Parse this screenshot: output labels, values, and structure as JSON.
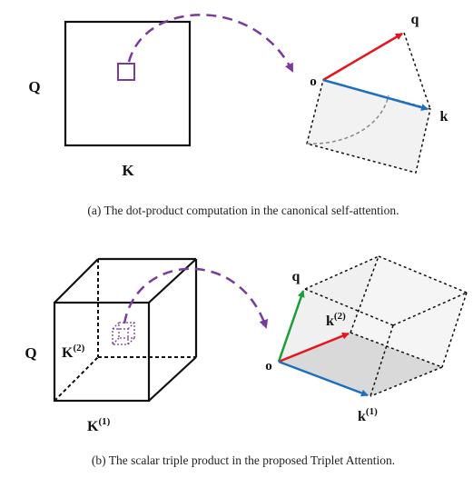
{
  "panel_a": {
    "matrix_row_label": "Q",
    "matrix_col_label": "K",
    "origin_label": "o",
    "query_label": "q",
    "key_label": "k",
    "caption": "(a)  The dot-product computation in the canonical self-attention."
  },
  "panel_b": {
    "tensor_row_label": "Q",
    "tensor_depth_label_base": "K",
    "tensor_depth_label_sup": "(2)",
    "tensor_col_label_base": "K",
    "tensor_col_label_sup": "(1)",
    "origin_label": "o",
    "query_label": "q",
    "key2_label_base": "k",
    "key2_label_sup": "(2)",
    "key1_label_base": "k",
    "key1_label_sup": "(1)",
    "caption": "(b)  The scalar triple product in the proposed Triplet Attention."
  },
  "colors": {
    "query_vector": "#e8141b",
    "key_vector": "#1f6fc0",
    "third_vector": "#1a9e3a",
    "highlight": "#7a3a9e",
    "plane_fill": "#f2f2f2",
    "shaded_face": "#d9d9d9"
  }
}
